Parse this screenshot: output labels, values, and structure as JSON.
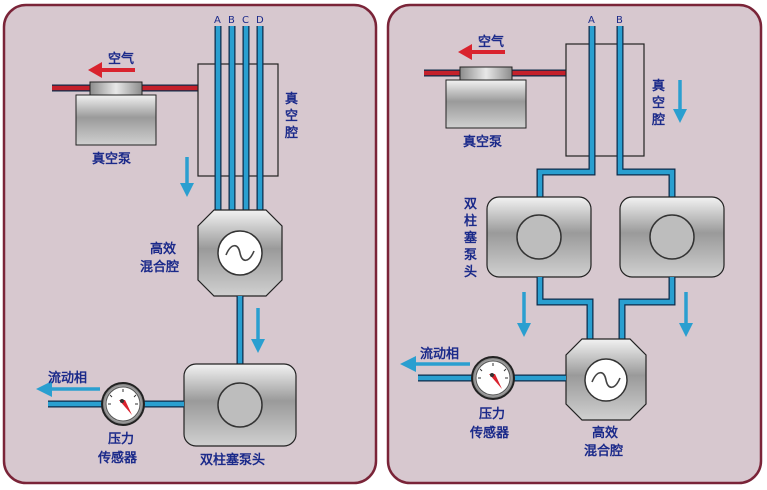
{
  "left": {
    "port_labels": [
      "A",
      "B",
      "C",
      "D"
    ],
    "air_label": "空气",
    "vacuum_pump_label": "真空泵",
    "vacuum_chamber_label": [
      "真",
      "空",
      "腔"
    ],
    "mixer_label": [
      "高效",
      "混合腔"
    ],
    "mobile_phase_label": "流动相",
    "pressure_sensor_label": [
      "压力",
      "传感器"
    ],
    "pump_head_label": "双柱塞泵头"
  },
  "right": {
    "port_labels": [
      "A",
      "B"
    ],
    "air_label": "空气",
    "vacuum_pump_label": "真空泵",
    "vacuum_chamber_label": [
      "真",
      "空",
      "腔"
    ],
    "pump_heads_label": [
      "双",
      "柱",
      "塞",
      "泵",
      "头"
    ],
    "mobile_phase_label": "流动相",
    "pressure_sensor_label": [
      "压力",
      "传感器"
    ],
    "mixer_label": [
      "高效",
      "混合腔"
    ]
  },
  "colors": {
    "panel_bg": "#d7c8cf",
    "panel_border": "#7a2438",
    "tube": "#2a9fd0",
    "tube_outline": "#0d2b4a",
    "arrow": "#2a9fd0",
    "air_arrow": "#d9232e",
    "air_line": "#c4202b",
    "label": "#1b2a8a"
  }
}
